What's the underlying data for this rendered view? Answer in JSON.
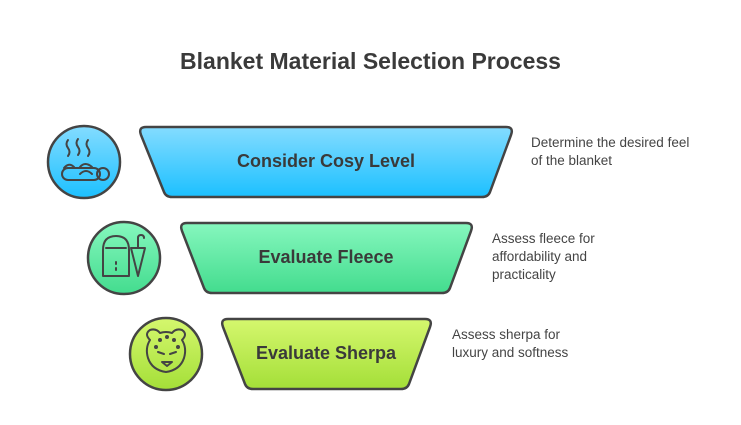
{
  "title": "Blanket Material Selection Process",
  "steps": [
    {
      "label": "Consider Cosy Level",
      "description": "Determine the desired feel of the blanket",
      "icon": "sleeping-bag-icon",
      "colors": [
        "#84dcff",
        "#1cc0ff"
      ]
    },
    {
      "label": "Evaluate Fleece",
      "description": "Assess fleece for affordability and practicality",
      "icon": "raincoat-umbrella-icon",
      "colors": [
        "#86f7be",
        "#43dc8e"
      ]
    },
    {
      "label": "Evaluate Sherpa",
      "description": "Assess sherpa for luxury and softness",
      "icon": "leopard-icon",
      "colors": [
        "#d5f76e",
        "#a4df38"
      ]
    }
  ]
}
